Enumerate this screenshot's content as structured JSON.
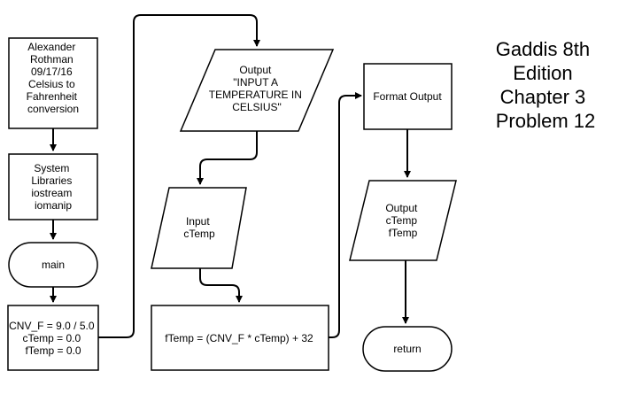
{
  "title_lines": [
    "Gaddis 8th",
    "Edition",
    "Chapter 3",
    "Problem 12"
  ],
  "nodes": {
    "header": [
      "Alexander",
      "Rothman",
      "09/17/16",
      "Celsius to",
      "Fahrenheit",
      "conversion"
    ],
    "libraries": [
      "System",
      "Libraries",
      "iostream",
      "iomanip"
    ],
    "main": [
      "main"
    ],
    "init": [
      "CNV_F = 9.0 / 5.0",
      "cTemp = 0.0",
      "fTemp = 0.0"
    ],
    "output_prompt": [
      "Output",
      "\"INPUT A",
      "TEMPERATURE IN",
      "CELSIUS\""
    ],
    "input_ctemp": [
      "Input",
      "cTemp"
    ],
    "calc": [
      "fTemp = (CNV_F * cTemp) + 32"
    ],
    "format_output": [
      "Format Output"
    ],
    "output_result": [
      "Output",
      "cTemp",
      "fTemp"
    ],
    "return": [
      "return"
    ]
  },
  "colors": {
    "stroke": "#000000",
    "fill": "#ffffff",
    "text": "#000000"
  }
}
